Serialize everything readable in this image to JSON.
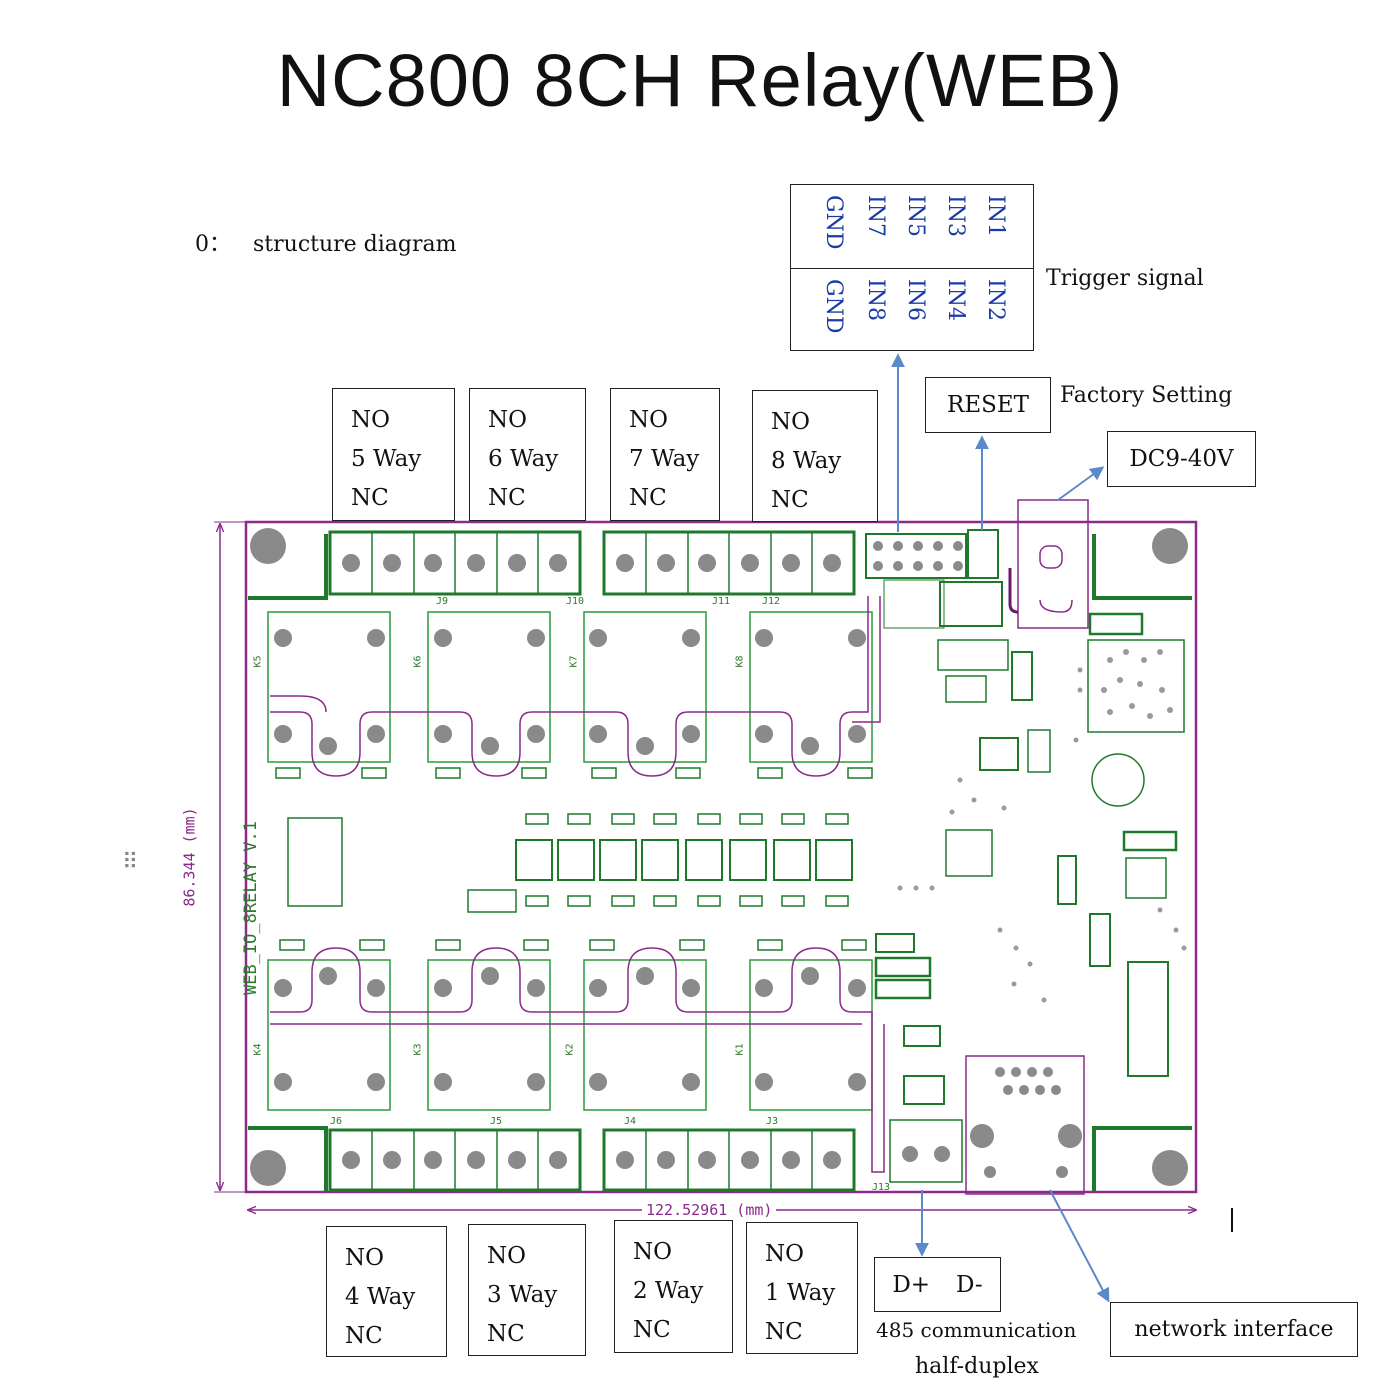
{
  "title": "NC800  8CH Relay(WEB)",
  "structure": {
    "number": "0：",
    "text": "structure diagram"
  },
  "trigger": {
    "label": "Trigger signal",
    "top_row": [
      "GND",
      "IN7",
      "IN5",
      "IN3",
      "IN1"
    ],
    "bottom_row": [
      "GND",
      "IN8",
      "IN6",
      "IN4",
      "IN2"
    ]
  },
  "reset": {
    "button": "RESET",
    "label": "Factory Setting"
  },
  "power": {
    "label": "DC9-40V"
  },
  "relays_top": [
    {
      "no": "NO",
      "way": "5 Way",
      "nc": "NC"
    },
    {
      "no": "NO",
      "way": "6 Way",
      "nc": "NC"
    },
    {
      "no": "NO",
      "way": "7 Way",
      "nc": "NC"
    },
    {
      "no": "NO",
      "way": "8 Way",
      "nc": "NC"
    }
  ],
  "relays_bottom": [
    {
      "no": "NO",
      "way": "4 Way",
      "nc": "NC"
    },
    {
      "no": "NO",
      "way": "3 Way",
      "nc": "NC"
    },
    {
      "no": "NO",
      "way": "2 Way",
      "nc": "NC"
    },
    {
      "no": "NO",
      "way": "1 Way",
      "nc": "NC"
    }
  ],
  "rs485": {
    "dplus": "D+",
    "dminus": "D-",
    "line1": "485 communication",
    "line2": "half-duplex"
  },
  "network": {
    "label": "network interface"
  },
  "board": {
    "name": "WEB_IO_8RELAY V.1",
    "width_dim": "122.52961 (mm)",
    "height_dim": "86.344 (mm)",
    "jacks": [
      "J9",
      "J10",
      "J11",
      "J12",
      "J6",
      "J5",
      "J4",
      "J3",
      "J13"
    ],
    "relays": [
      "K5",
      "K6",
      "K7",
      "K8",
      "K4",
      "K3",
      "K2",
      "K1"
    ]
  },
  "colors": {
    "pcb_outline": "#8a2a8a",
    "traces": "#2a9a3a",
    "arrows": "#5a8ac8",
    "pins": "#1a3aa8"
  }
}
